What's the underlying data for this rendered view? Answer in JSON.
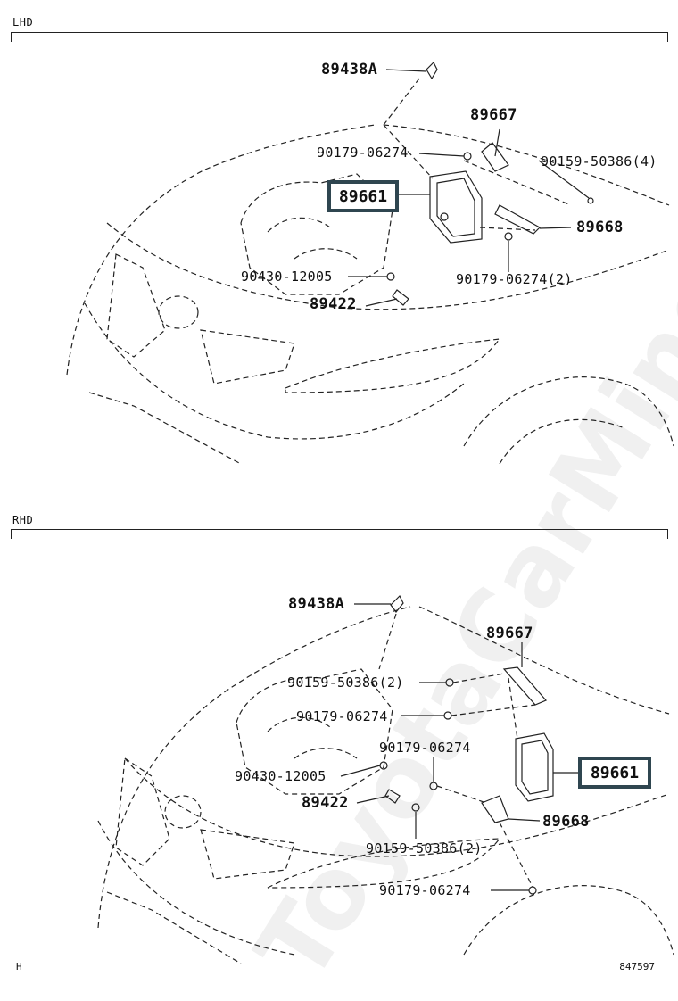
{
  "sections": {
    "top": {
      "label": "LHD",
      "parts": {
        "p89438A": "89438A",
        "p89667": "89667",
        "p9017906274_a": "90179-06274",
        "p9015950386_4": "90159-50386(4)",
        "p89661": "89661",
        "p89668": "89668",
        "p9043012005": "90430-12005",
        "p9017906274_2": "90179-06274(2)",
        "p89422": "89422"
      }
    },
    "bottom": {
      "label": "RHD",
      "parts": {
        "p89438A": "89438A",
        "p89667": "89667",
        "p9015950386_2a": "90159-50386(2)",
        "p9017906274_a": "90179-06274",
        "p9017906274_b": "90179-06274",
        "p9043012005": "90430-12005",
        "p89661": "89661",
        "p89422": "89422",
        "p89668": "89668",
        "p9015950386_2b": "90159-50386(2)",
        "p9017906274_c": "90179-06274"
      }
    }
  },
  "footer": {
    "left": "H",
    "right": "847597"
  },
  "watermark": "ToyotaCarMine.ru"
}
